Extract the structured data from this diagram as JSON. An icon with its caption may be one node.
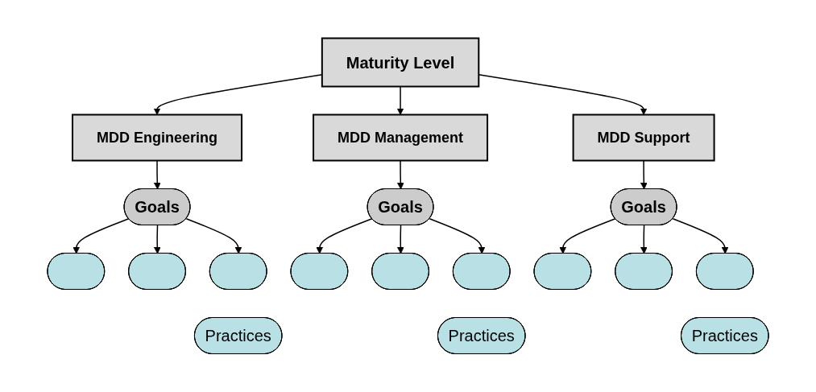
{
  "diagram": {
    "nodes": [
      {
        "text": [
          "Maturity Level"
        ]
      },
      {
        "text": [
          "MDD Engineering"
        ]
      },
      {
        "text": [
          "MDD Management"
        ]
      },
      {
        "text": [
          "MDD Support"
        ]
      },
      {
        "text": [
          "Goals"
        ]
      },
      {
        "text": [
          "Goals"
        ]
      },
      {
        "text": [
          "Goals"
        ]
      },
      {
        "text": [],
        "shape": "ellipse"
      },
      {
        "text": [],
        "shape": "ellipse"
      },
      {
        "text": [],
        "shape": "ellipse"
      },
      {
        "text": [
          "Practices"
        ]
      },
      {
        "text": [],
        "shape": "ellipse"
      },
      {
        "text": [],
        "shape": "ellipse"
      },
      {
        "text": [],
        "shape": "ellipse"
      },
      {
        "text": [
          "Practices"
        ]
      },
      {
        "text": [],
        "shape": "ellipse"
      },
      {
        "text": [],
        "shape": "ellipse"
      },
      {
        "text": [],
        "shape": "ellipse"
      },
      {
        "text": [
          "Practices"
        ]
      }
    ],
    "edges": [
      {
        "from": 0,
        "to": 1,
        "arrow": "to"
      },
      {
        "from": 0,
        "to": 2,
        "arrow": "to"
      },
      {
        "from": 0,
        "to": 3,
        "arrow": "to"
      },
      {
        "from": 1,
        "to": 4,
        "arrow": "to"
      },
      {
        "from": 2,
        "to": 5,
        "arrow": "to"
      },
      {
        "from": 3,
        "to": 6,
        "arrow": "to"
      },
      {
        "from": 4,
        "to": 7,
        "arrow": "to"
      },
      {
        "from": 4,
        "to": 8,
        "arrow": "to"
      },
      {
        "from": 4,
        "to": 9,
        "arrow": "to"
      },
      {
        "from": 5,
        "to": 11,
        "arrow": "to"
      },
      {
        "from": 5,
        "to": 12,
        "arrow": "to"
      },
      {
        "from": 5,
        "to": 13,
        "arrow": "to"
      },
      {
        "from": 6,
        "to": 15,
        "arrow": "to"
      },
      {
        "from": 6,
        "to": 16,
        "arrow": "to"
      },
      {
        "from": 6,
        "to": 17,
        "arrow": "to"
      }
    ]
  }
}
